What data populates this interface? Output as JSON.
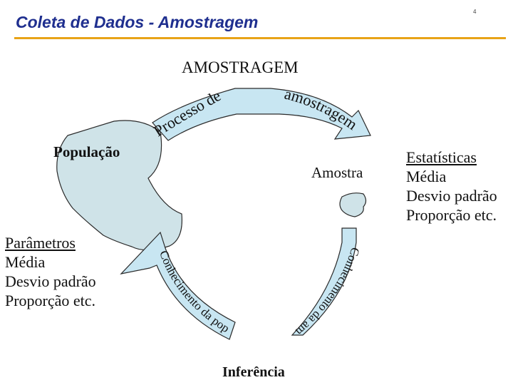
{
  "slide": {
    "title": "Coleta de Dados - Amostragem",
    "number": "4"
  },
  "diagram": {
    "title": "AMOSTRAGEM",
    "population_label": "População",
    "sample_label": "Amostra",
    "inference_label": "Inferência",
    "arrow_top_left": "Processo de",
    "arrow_top_right": "amostragem",
    "arrow_right": "Conhecimento da amostra",
    "arrow_left": "Conhecimento da população"
  },
  "statistics": {
    "heading": "Estatísticas",
    "items": [
      "Média",
      "Desvio padrão",
      "Proporção etc."
    ]
  },
  "parameters": {
    "heading": "Parâmetros",
    "items": [
      "Média",
      "Desvio padrão",
      "Proporção etc."
    ]
  },
  "colors": {
    "title_blue": "#1f2f8f",
    "rule_orange": "#e8a317",
    "shape_fill": "#cfe3e8",
    "arrow_fill": "#c8e6f2"
  }
}
